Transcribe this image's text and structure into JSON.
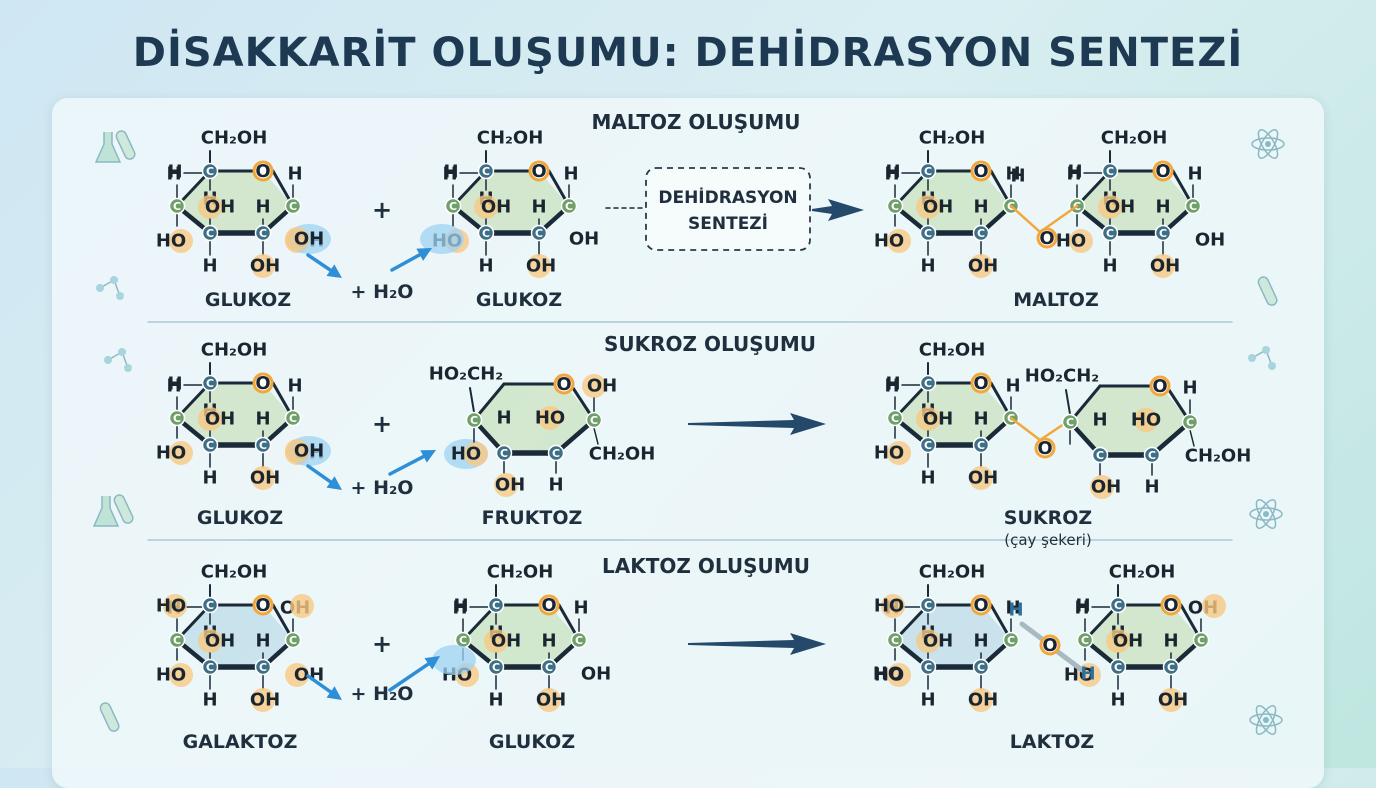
{
  "title": "DİSAKKARİT OLUŞUMU: DEHİDRASYON SENTEZİ",
  "sections": [
    {
      "title": "MALTOZ OLUŞUMU",
      "reactant_1": "GLUKOZ",
      "reactant_2": "GLUKOZ",
      "plus": "+",
      "water_label": "+ H₂O",
      "process_line_1": "DEHİDRASYON",
      "process_line_2": "SENTEZİ",
      "product": "MALTOZ"
    },
    {
      "title": "SUKROZ OLUŞUMU",
      "reactant_1": "GLUKOZ",
      "reactant_2": "FRUKTOZ",
      "plus": "+",
      "water_label": "+ H₂O",
      "product": "SUKROZ",
      "product_note": "(çay şekeri)"
    },
    {
      "title": "LAKTOZ OLUŞUMU",
      "reactant_1": "GALAKTOZ",
      "reactant_2": "GLUKOZ",
      "plus": "+",
      "water_label": "+ H₂O",
      "product": "LAKTOZ"
    }
  ],
  "atoms": {
    "carbon": "C",
    "oxygen": "O",
    "hydrogen": "H",
    "hydroxyl": "OH",
    "hydroxyl_left": "HO",
    "ch2oh": "CH₂OH",
    "ho2ch2": "HO₂CH₂"
  },
  "colors": {
    "title": "#1d3a52",
    "carbon": "#3d6f86",
    "carbon_green": "#6f9f6a",
    "oxygen": "#f2a73d",
    "ring_glucose": "#cfe6c9",
    "ring_galactose": "#c5e0ea",
    "arrow_dark": "#24496a",
    "arrow_blue": "#2f8fd6",
    "bond": "#1a2a38"
  }
}
